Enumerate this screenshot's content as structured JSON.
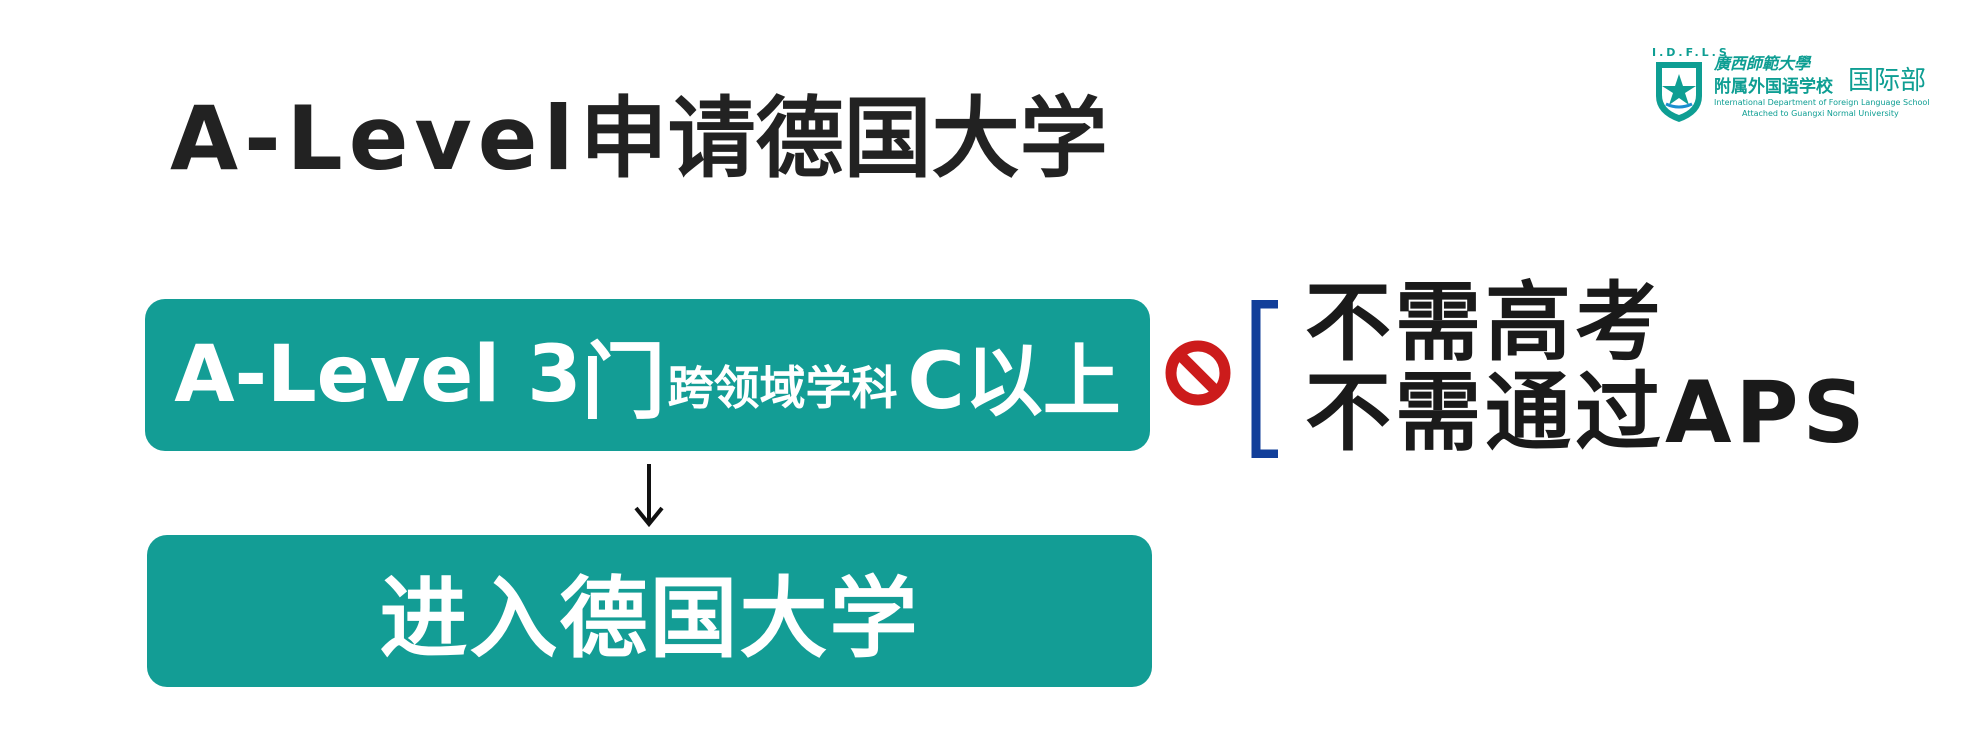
{
  "title": {
    "latin": "A-Level",
    "cjk": "申请德国大学"
  },
  "logo": {
    "acronym": "I.D.F.L.S",
    "university": "廣西師範大學",
    "school": "附属外国语学校",
    "department": "国际部",
    "english_line1": "International Department of Foreign Language School",
    "english_line2": "Attached to Guangxi Normal University"
  },
  "requirement": {
    "part1": "A-Level 3",
    "part2": "门",
    "part3": "跨领域学科",
    "part4": "C以上"
  },
  "result": "进入德国大学",
  "no_need": {
    "line1": "不需高考",
    "line2": "不需通过APS"
  },
  "colors": {
    "teal": "#139d95",
    "no_red": "#cc1b1b",
    "bracket_blue": "#123f9a",
    "logo_teal": "#0e9e93"
  },
  "icons": {
    "arrow": "arrow-down-icon",
    "prohibit": "prohibited-icon",
    "bracket": "left-bracket"
  }
}
